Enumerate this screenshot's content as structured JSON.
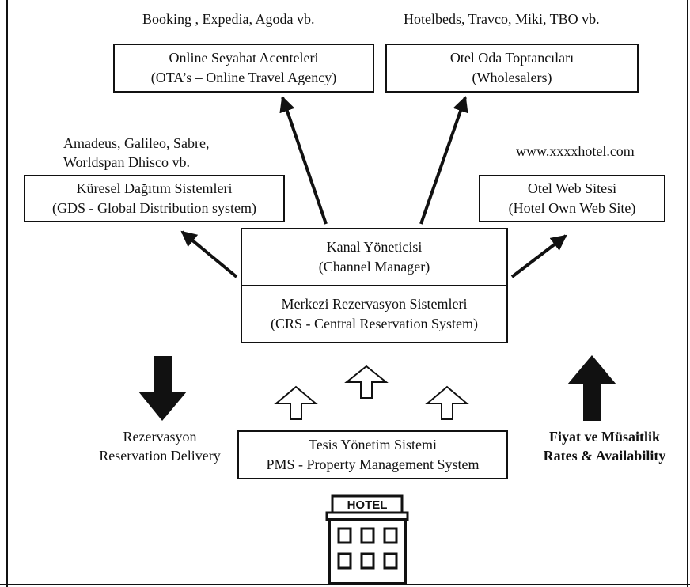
{
  "top_notes": {
    "ota_examples": "Booking , Expedia, Agoda vb.",
    "wholesaler_examples": "Hotelbeds, Travco, Miki, TBO vb."
  },
  "ota_box": {
    "line1": "Online Seyahat Acenteleri",
    "line2": "(OTA’s – Online Travel Agency)"
  },
  "wholesaler_box": {
    "line1": "Otel Oda Toptancıları",
    "line2": "(Wholesalers)"
  },
  "gds_note": {
    "line1": "Amadeus, Galileo, Sabre,",
    "line2": "Worldspan Dhisco vb."
  },
  "website_note": "www.xxxxhotel.com",
  "gds_box": {
    "line1": "Küresel Dağıtım Sistemleri",
    "line2": "(GDS - Global Distribution system)"
  },
  "website_box": {
    "line1": "Otel Web Sitesi",
    "line2": "(Hotel Own Web Site)"
  },
  "channel_manager_box": {
    "line1": "Kanal Yöneticisi",
    "line2": "(Channel Manager)"
  },
  "crs_box": {
    "line1": "Merkezi Rezervasyon Sistemleri",
    "line2": "(CRS - Central Reservation System)"
  },
  "reservation_note": {
    "line1": "Rezervasyon",
    "line2": "Reservation Delivery"
  },
  "pms_box": {
    "line1": "Tesis Yönetim Sistemi",
    "line2": "PMS - Property Management System"
  },
  "rates_note": {
    "line1": "Fiyat ve Müsaitlik",
    "line2": "Rates & Availability"
  },
  "hotel_icon": {
    "sign_text": "HOTEL",
    "icon": "hotel-building-icon"
  },
  "colors": {
    "ink": "#111111",
    "background": "#ffffff"
  }
}
